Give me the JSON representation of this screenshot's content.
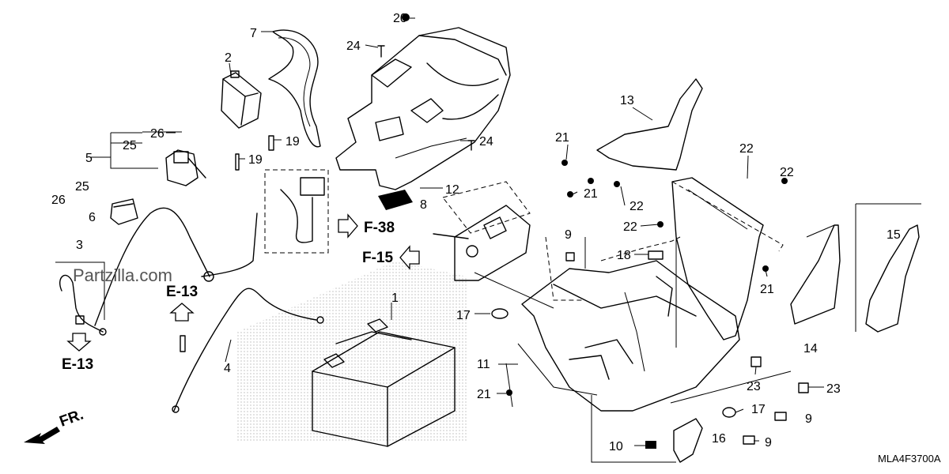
{
  "diagram_code": "MLA4F3700A",
  "watermark": "Partzilla.com",
  "orientation_label": "FR.",
  "reference_labels": [
    "E-13",
    "E-13",
    "F-38",
    "F-15"
  ],
  "callouts": [
    "1",
    "2",
    "3",
    "4",
    "5",
    "6",
    "7",
    "8",
    "9",
    "9",
    "9",
    "10",
    "11",
    "12",
    "13",
    "14",
    "15",
    "16",
    "17",
    "17",
    "18",
    "19",
    "19",
    "20",
    "21",
    "21",
    "21",
    "21",
    "22",
    "22",
    "22",
    "22",
    "23",
    "23",
    "24",
    "24",
    "25",
    "25",
    "26",
    "26"
  ]
}
